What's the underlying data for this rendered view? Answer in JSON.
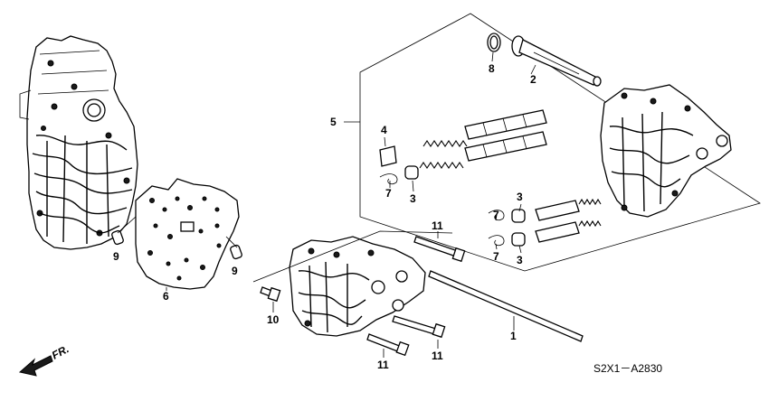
{
  "callouts": {
    "c1": "1",
    "c2": "2",
    "c3a": "3",
    "c3b": "3",
    "c3c": "3",
    "c4": "4",
    "c5": "5",
    "c6": "6",
    "c7a": "7",
    "c7b": "7",
    "c7c": "7",
    "c8": "8",
    "c9a": "9",
    "c9b": "9",
    "c10": "10",
    "c11a": "11",
    "c11b": "11",
    "c11c": "11"
  },
  "diagram_code": "S2X1－A2830",
  "direction_label": "FR."
}
